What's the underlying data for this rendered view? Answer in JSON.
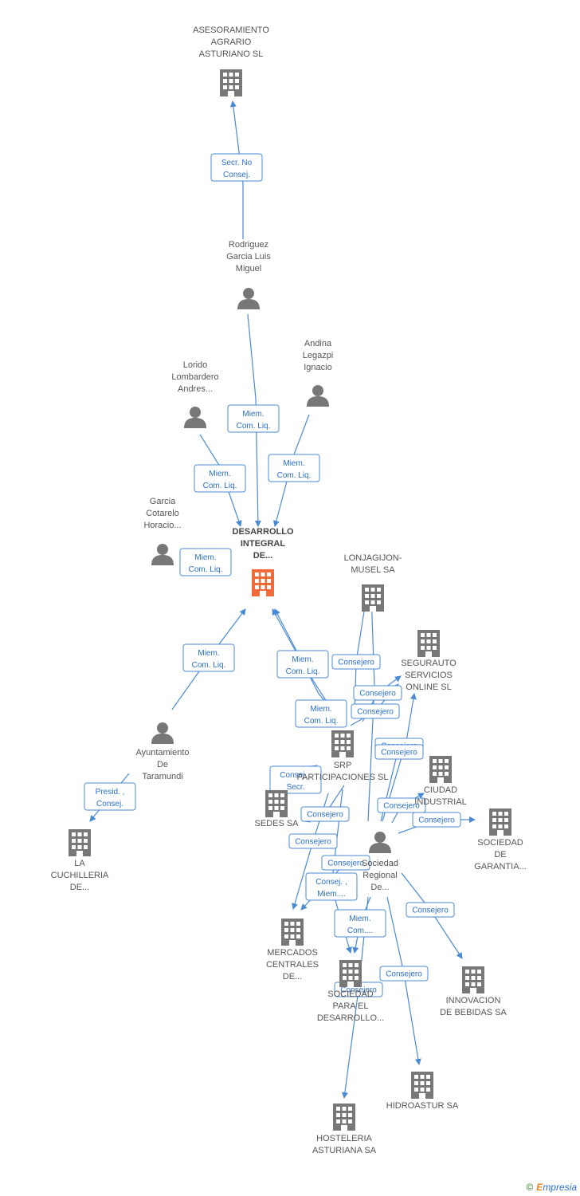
{
  "colors": {
    "edge": "#4a8ad4",
    "node": "#777777",
    "main_node": "#f06a3a",
    "rel_text": "#2a6fc9"
  },
  "nodes": [
    {
      "id": "asesoramiento",
      "type": "company",
      "label": [
        "ASESORAMIENTO",
        "AGRARIO",
        "ASTURIANO SL"
      ]
    },
    {
      "id": "rodriguez",
      "type": "person",
      "label": [
        "Rodriguez",
        "Garcia Luis",
        "Miguel"
      ]
    },
    {
      "id": "andina",
      "type": "person",
      "label": [
        "Andina",
        "Legazpi",
        "Ignacio"
      ]
    },
    {
      "id": "lorido",
      "type": "person",
      "label": [
        "Lorido",
        "Lombardero",
        "Andres..."
      ]
    },
    {
      "id": "garcia",
      "type": "person",
      "label": [
        "Garcia",
        "Cotarelo",
        "Horacio..."
      ]
    },
    {
      "id": "desarrollo",
      "type": "main",
      "label": [
        "DESARROLLO",
        "INTEGRAL",
        "DE..."
      ]
    },
    {
      "id": "lonjagijon",
      "type": "company",
      "label": [
        "LONJAGIJON-",
        "MUSEL SA"
      ]
    },
    {
      "id": "segurauto",
      "type": "company",
      "label": [
        "SEGURAUTO",
        "SERVICIOS",
        "ONLINE SL"
      ]
    },
    {
      "id": "ayuntamiento",
      "type": "person",
      "label": [
        "Ayuntamiento",
        "De",
        "Taramundi"
      ]
    },
    {
      "id": "srp",
      "type": "company",
      "label": [
        "SRP",
        "PARTICIPACIONES SL"
      ]
    },
    {
      "id": "ciudad",
      "type": "company",
      "label": [
        "CIUDAD",
        "INDUSTRIAL"
      ]
    },
    {
      "id": "sedes",
      "type": "company",
      "label": [
        "SEDES SA"
      ]
    },
    {
      "id": "sociedad_garantia",
      "type": "company",
      "label": [
        "SOCIEDAD",
        "DE",
        "GARANTIA..."
      ]
    },
    {
      "id": "sociedad_regional",
      "type": "person",
      "label": [
        "Sociedad",
        "Regional",
        "De..."
      ]
    },
    {
      "id": "la_cuchilleria",
      "type": "company",
      "label": [
        "LA",
        "CUCHILLERIA",
        "DE..."
      ]
    },
    {
      "id": "mercados",
      "type": "company",
      "label": [
        "MERCADOS",
        "CENTRALES",
        "DE..."
      ]
    },
    {
      "id": "sociedad_desarrollo",
      "type": "company",
      "label": [
        "SOCIEDAD",
        "PARA EL",
        "DESARROLLO..."
      ]
    },
    {
      "id": "innovacion",
      "type": "company",
      "label": [
        "INNOVACION",
        "DE BEBIDAS SA"
      ]
    },
    {
      "id": "hidroastur",
      "type": "company",
      "label": [
        "HIDROASTUR SA"
      ]
    },
    {
      "id": "hosteleria",
      "type": "company",
      "label": [
        "HOSTELERIA",
        "ASTURIANA SA"
      ]
    }
  ],
  "relations": [
    {
      "id": "r1",
      "label": [
        "Secr. No",
        "Consej."
      ]
    },
    {
      "id": "r2",
      "label": [
        "Miem.",
        "Com. Liq."
      ]
    },
    {
      "id": "r3",
      "label": [
        "Miem.",
        "Com. Liq."
      ]
    },
    {
      "id": "r4",
      "label": [
        "Miem.",
        "Com. Liq."
      ]
    },
    {
      "id": "r5",
      "label": [
        "Miem.",
        "Com. Liq."
      ]
    },
    {
      "id": "r6",
      "label": [
        "Miem.",
        "Com. Liq."
      ]
    },
    {
      "id": "r7",
      "label": [
        "Miem.",
        "Com. Liq."
      ]
    },
    {
      "id": "r8",
      "label": [
        "Miem.",
        "Com. Liq."
      ]
    },
    {
      "id": "r9",
      "label": [
        "Consejero"
      ]
    },
    {
      "id": "r10",
      "label": [
        "Consejero"
      ]
    },
    {
      "id": "r11",
      "label": [
        "Consejero"
      ]
    },
    {
      "id": "r12",
      "label": [
        "Consejero"
      ]
    },
    {
      "id": "r13",
      "label": [
        "Consejero"
      ]
    },
    {
      "id": "r14",
      "label": [
        "Consej. ,",
        "Secr."
      ]
    },
    {
      "id": "r15",
      "label": [
        "Consejero"
      ]
    },
    {
      "id": "r16",
      "label": [
        "Consejero"
      ]
    },
    {
      "id": "r17",
      "label": [
        "Consejero"
      ]
    },
    {
      "id": "r18",
      "label": [
        "Consejero"
      ]
    },
    {
      "id": "r19",
      "label": [
        "Consejero"
      ]
    },
    {
      "id": "r20",
      "label": [
        "Consej. ,",
        "Miem...."
      ]
    },
    {
      "id": "r21",
      "label": [
        "Miem.",
        "Com...."
      ]
    },
    {
      "id": "r22",
      "label": [
        "Consejero"
      ]
    },
    {
      "id": "r23",
      "label": [
        "Consejero"
      ]
    },
    {
      "id": "r24",
      "label": [
        "Consejero"
      ]
    },
    {
      "id": "r25",
      "label": [
        "Presid. ,",
        "Consej."
      ]
    }
  ],
  "brand": {
    "copyright": "©",
    "name_first": "E",
    "name_rest": "mpresia"
  }
}
